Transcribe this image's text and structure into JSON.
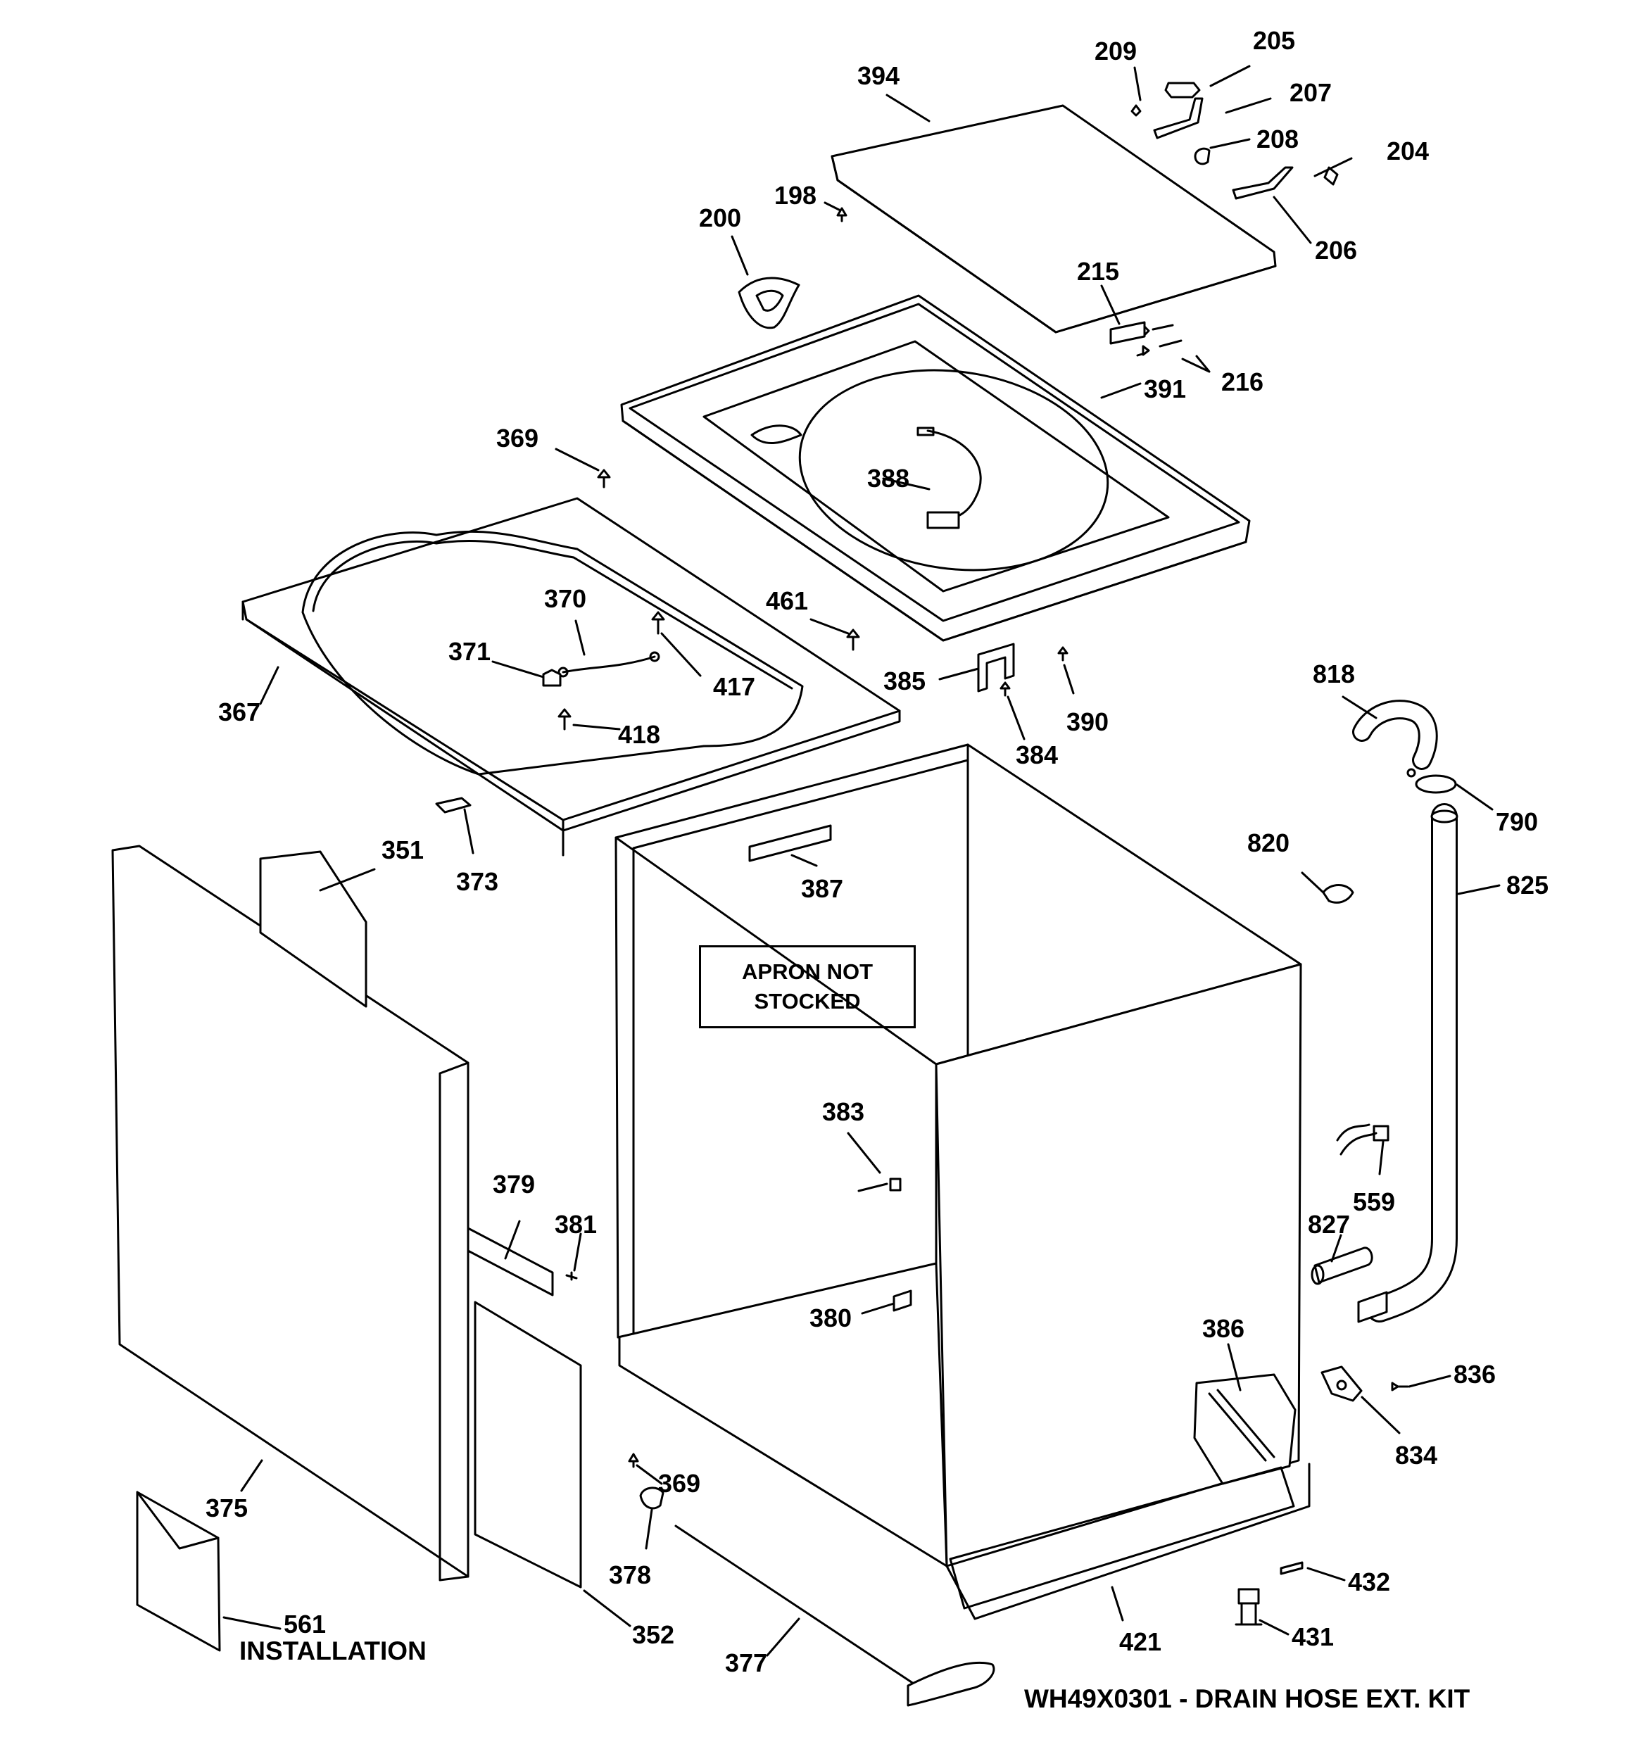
{
  "parts": [
    {
      "id": "p394",
      "label": "394"
    },
    {
      "id": "p209",
      "label": "209"
    },
    {
      "id": "p205",
      "label": "205"
    },
    {
      "id": "p207",
      "label": "207"
    },
    {
      "id": "p208",
      "label": "208"
    },
    {
      "id": "p204",
      "label": "204"
    },
    {
      "id": "p198",
      "label": "198"
    },
    {
      "id": "p200",
      "label": "200"
    },
    {
      "id": "p206",
      "label": "206"
    },
    {
      "id": "p215",
      "label": "215"
    },
    {
      "id": "p216",
      "label": "216"
    },
    {
      "id": "p391",
      "label": "391"
    },
    {
      "id": "p369a",
      "label": "369"
    },
    {
      "id": "p388",
      "label": "388"
    },
    {
      "id": "p370",
      "label": "370"
    },
    {
      "id": "p461",
      "label": "461"
    },
    {
      "id": "p371",
      "label": "371"
    },
    {
      "id": "p417",
      "label": "417"
    },
    {
      "id": "p385",
      "label": "385"
    },
    {
      "id": "p818",
      "label": "818"
    },
    {
      "id": "p367",
      "label": "367"
    },
    {
      "id": "p418",
      "label": "418"
    },
    {
      "id": "p390",
      "label": "390"
    },
    {
      "id": "p384",
      "label": "384"
    },
    {
      "id": "p790",
      "label": "790"
    },
    {
      "id": "p351",
      "label": "351"
    },
    {
      "id": "p820",
      "label": "820"
    },
    {
      "id": "p825",
      "label": "825"
    },
    {
      "id": "p387",
      "label": "387"
    },
    {
      "id": "p373",
      "label": "373"
    },
    {
      "id": "p383",
      "label": "383"
    },
    {
      "id": "p379",
      "label": "379"
    },
    {
      "id": "p559",
      "label": "559"
    },
    {
      "id": "p381",
      "label": "381"
    },
    {
      "id": "p827",
      "label": "827"
    },
    {
      "id": "p380",
      "label": "380"
    },
    {
      "id": "p386",
      "label": "386"
    },
    {
      "id": "p836",
      "label": "836"
    },
    {
      "id": "p834",
      "label": "834"
    },
    {
      "id": "p369b",
      "label": "369"
    },
    {
      "id": "p375",
      "label": "375"
    },
    {
      "id": "p378",
      "label": "378"
    },
    {
      "id": "p432",
      "label": "432"
    },
    {
      "id": "p561",
      "label": "561"
    },
    {
      "id": "p352",
      "label": "352"
    },
    {
      "id": "p421",
      "label": "421"
    },
    {
      "id": "p431",
      "label": "431"
    },
    {
      "id": "p377",
      "label": "377"
    }
  ],
  "apron_note": {
    "line1": "APRON NOT",
    "line2": "STOCKED"
  },
  "installation_note": "INSTALLATION",
  "kit_note": "WH49X0301 - DRAIN HOSE EXT. KIT"
}
